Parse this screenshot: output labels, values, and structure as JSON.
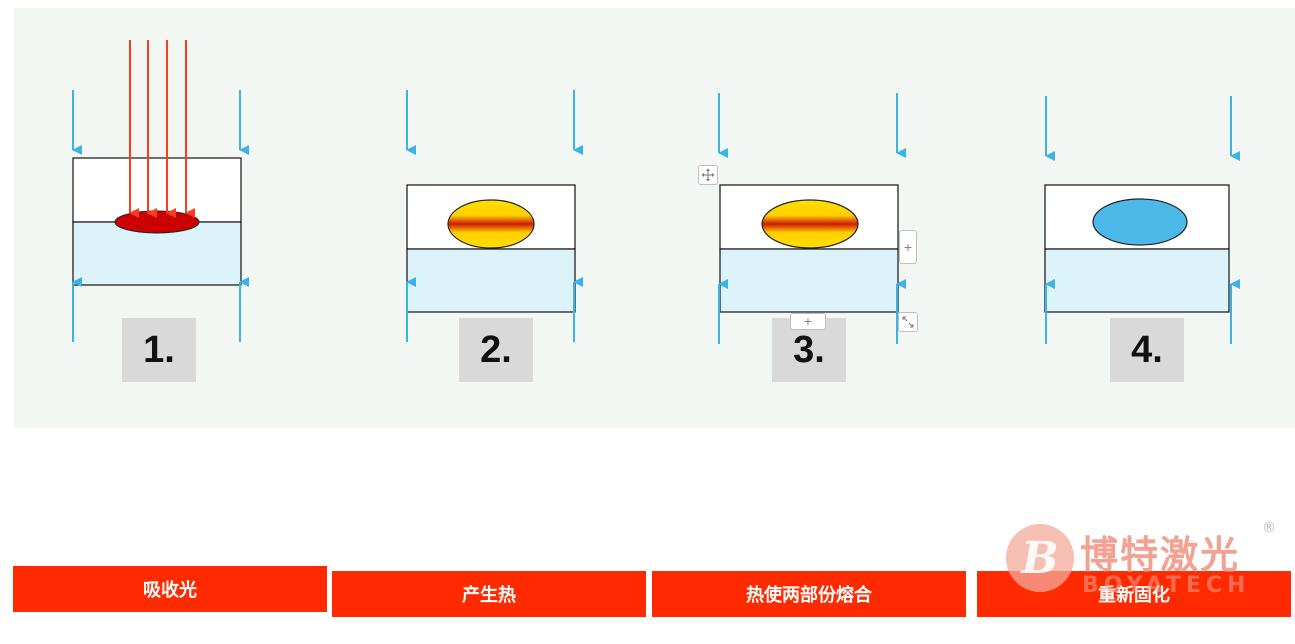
{
  "steps": [
    {
      "number": "1.",
      "label": "吸收光"
    },
    {
      "number": "2.",
      "label": "产生热"
    },
    {
      "number": "3.",
      "label": "热使两部份熔合"
    },
    {
      "number": "4.",
      "label": "重新固化"
    }
  ],
  "handles": {
    "plus_right": "+",
    "plus_bottom": "+"
  },
  "logo": {
    "brand_cn": "博特激光",
    "brand_en": "BOYATECH",
    "registered": "®"
  },
  "colors": {
    "panel_bg": "#f3f7f4",
    "arrow_blue": "#3bb3e6",
    "laser_red": "#ff3b1f",
    "lower_part_fill": "#ddf3fa",
    "molten_red": "#cc0000",
    "solidified_blue": "#4bb8e8",
    "label_bar": "#ff2a00",
    "number_box": "#d9d9d9"
  },
  "icons": [
    "move-icon",
    "resize-icon"
  ]
}
